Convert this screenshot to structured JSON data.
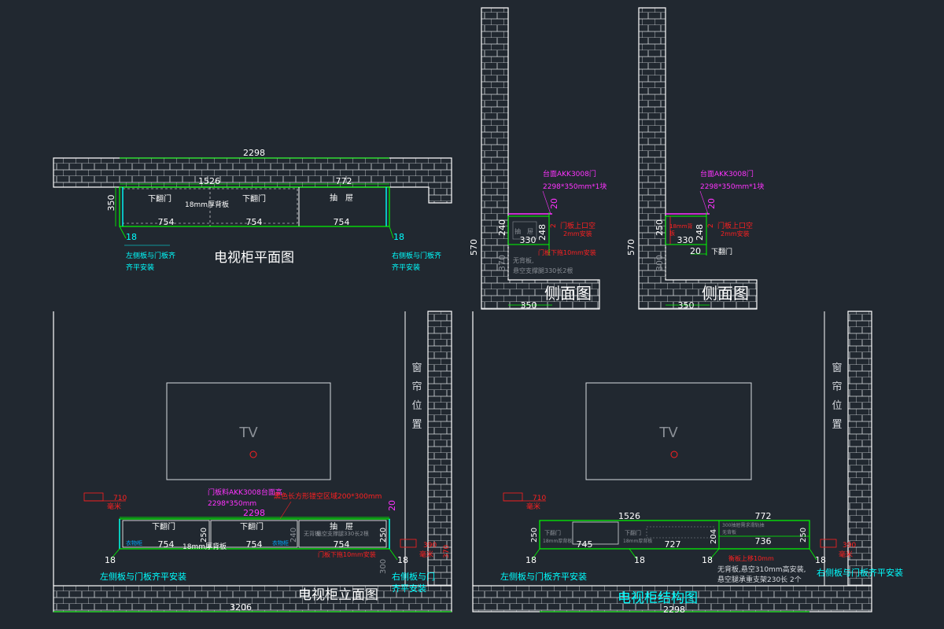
{
  "colors": {
    "background": "#212830",
    "wall": "#ffffff",
    "dimension": "#00ff00",
    "text": "#ffffff",
    "note_red": "#ff2020",
    "note_magenta": "#ff33ff",
    "label_cyan": "#00ffff",
    "grey": "#8a8f96"
  },
  "plan": {
    "title": "电视柜平面图",
    "dim_total": "2298",
    "dim_1526": "1526",
    "dim_772": "772",
    "dim_350": "350",
    "seg_1": "754",
    "seg_2": "754",
    "seg_3": "754",
    "door_left": "下翻门",
    "door_right": "下翻门",
    "backboard": "18mm厚背板",
    "drawer": "抽　屉",
    "left_thickness": "18",
    "right_thickness": "18",
    "left_note_1": "左侧板与门板齐",
    "left_note_2": "齐平安装",
    "right_note_1": "右侧板与门板齐",
    "right_note_2": "齐平安装"
  },
  "side1": {
    "title": "侧面图",
    "note_top_1": "台面AKK3008门",
    "note_top_2": "2298*350mm*1块",
    "dim_20": "20",
    "dim_2": "2",
    "dim_240": "240",
    "dim_248": "248",
    "dim_330": "330",
    "dim_570": "570",
    "dim_370": "370",
    "dim_350": "350",
    "drawer": "抽　屉",
    "note_door_1": "门板上口空",
    "note_door_2": "2mm安装",
    "note_door_drop": "门板下拖10mm安装",
    "note_grey_1": "无背板,",
    "note_grey_2": "悬空支撑腿330长2根"
  },
  "side2": {
    "title": "侧面图",
    "note_top_1": "台面AKK3008门",
    "note_top_2": "2298*350mm*1块",
    "dim_20": "20",
    "dim_2": "2",
    "dim_250": "250",
    "dim_248": "248",
    "dim_330": "330",
    "dim_570": "570",
    "dim_300": "300",
    "dim_350": "350",
    "dim_20b": "20",
    "door": "下翻门",
    "inner_red_1": "18mm背",
    "inner_red_2": "板",
    "note_door_1": "门板上口空",
    "note_door_2": "2mm安装"
  },
  "elev": {
    "title": "电视柜立面图",
    "tv": "TV",
    "curtain": [
      "窗",
      "帘",
      "位",
      "置"
    ],
    "level_710": "710",
    "level_unit": "毫米",
    "level_390": "390",
    "note_magenta_1": "门板料AKK3008台面高",
    "note_magenta_2": "2298*350mm",
    "dim_2298": "2298",
    "note_red_top": "黑色长方形镂空区域200*300mm",
    "dim_20": "20",
    "dim_250_l": "250",
    "dim_240": "240",
    "dim_250_r": "250",
    "dim_300": "300",
    "dim_370": "370",
    "door_left": "下翻门",
    "door_mid": "下翻门",
    "drawer": "抽　屉",
    "seg_1": "754",
    "seg_2": "754",
    "seg_3": "754",
    "backboard": "18mm厚背板",
    "legend_left": "衣物柜",
    "legend_mid": "衣物柜",
    "grey_note_1": "无背板,",
    "grey_note_2": "悬空支撑腿330长2根",
    "note_drop": "门板下拖10mm安装",
    "dim_18_l": "18",
    "dim_18_r": "18",
    "note_left": "左侧板与门板齐平安装",
    "note_right_1": "右侧板与门",
    "note_right_2": "齐平安装",
    "dim_total": "3206"
  },
  "struct": {
    "title": "电视柜结构图",
    "tv": "TV",
    "curtain": [
      "窗",
      "帘",
      "位",
      "置"
    ],
    "level_710": "710",
    "level_unit": "毫米",
    "level_390": "390",
    "dim_1526": "1526",
    "dim_772": "772",
    "dim_250_l": "250",
    "dim_204": "204",
    "dim_250_r": "250",
    "seg_745": "745",
    "seg_727": "727",
    "seg_736": "736",
    "door_l": "下翻门",
    "door_l_sub": "18mm厚背板",
    "door_m": "下翻门",
    "door_m_sub": "18mm厚背板",
    "drawer_note_1": "300抽屉需求滑轨抽",
    "drawer_note_2": "无背板",
    "red_note": "衡板上移10mm",
    "dim_18_a": "18",
    "dim_18_b": "18",
    "dim_18_c": "18",
    "dim_18_d": "18",
    "white_note_1": "无背板,悬空310mm高安装,",
    "white_note_2": "悬空腿承重支架230长  2个",
    "note_left": "左侧板与门板齐平安装",
    "note_right": "右侧板与门板齐平安装",
    "dim_total": "2298"
  }
}
